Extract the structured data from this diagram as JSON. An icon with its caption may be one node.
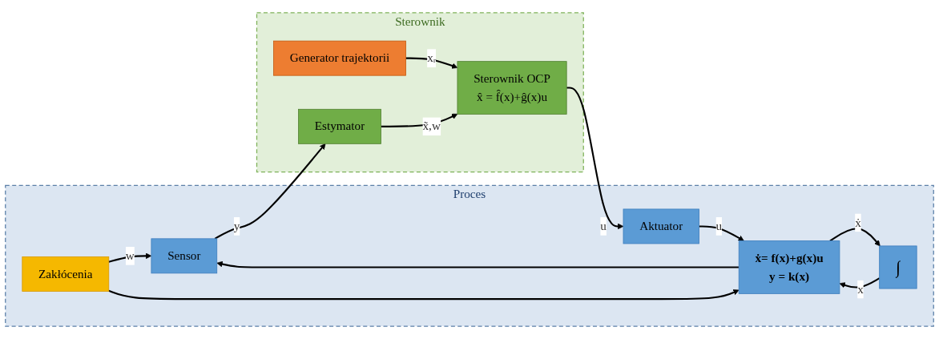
{
  "diagram": {
    "nodes": [
      {
        "text": [
          "Proces"
        ]
      },
      {
        "text": [
          "Zakłócenia"
        ],
        "in": 0
      },
      {
        "text": [
          "Sensor"
        ],
        "in": 0
      },
      {
        "text": [
          "Aktuator"
        ],
        "in": 0
      },
      {
        "text": [
          "ẋ= f(x)+g(x)u",
          "y = k(x)"
        ],
        "in": 0
      },
      {
        "text": [
          "∫"
        ],
        "in": 0
      },
      {
        "text": [
          "Sterownik"
        ]
      },
      {
        "text": [
          "Estymator"
        ],
        "in": 6
      },
      {
        "text": [
          "Generator trajektorii"
        ],
        "in": 6
      },
      {
        "text": [
          "Sterownik OCP",
          "x̂ = f̂(x)+ĝ(x)u"
        ],
        "in": 6
      }
    ],
    "edges": [
      {
        "from": 1,
        "to": 2,
        "arrow": "to",
        "label": "w"
      },
      {
        "from": 1,
        "to": 4,
        "arrow": "to"
      },
      {
        "from": 4,
        "to": 2,
        "arrow": "to"
      },
      {
        "from": 3,
        "to": 4,
        "arrow": "to",
        "label": "u"
      },
      {
        "from": 4,
        "to": 5,
        "arrow": "to",
        "label": "ẋ"
      },
      {
        "from": 5,
        "to": 4,
        "arrow": "to",
        "label": "x"
      },
      {
        "from": 2,
        "to": 7,
        "arrow": "to",
        "label": "y"
      },
      {
        "from": 7,
        "to": 9,
        "arrow": "to",
        "label": "x̃,w"
      },
      {
        "from": 8,
        "to": 9,
        "arrow": "to",
        "label": "xᵣ"
      },
      {
        "from": 9,
        "to": 3,
        "arrow": "to",
        "label": "u"
      }
    ]
  }
}
